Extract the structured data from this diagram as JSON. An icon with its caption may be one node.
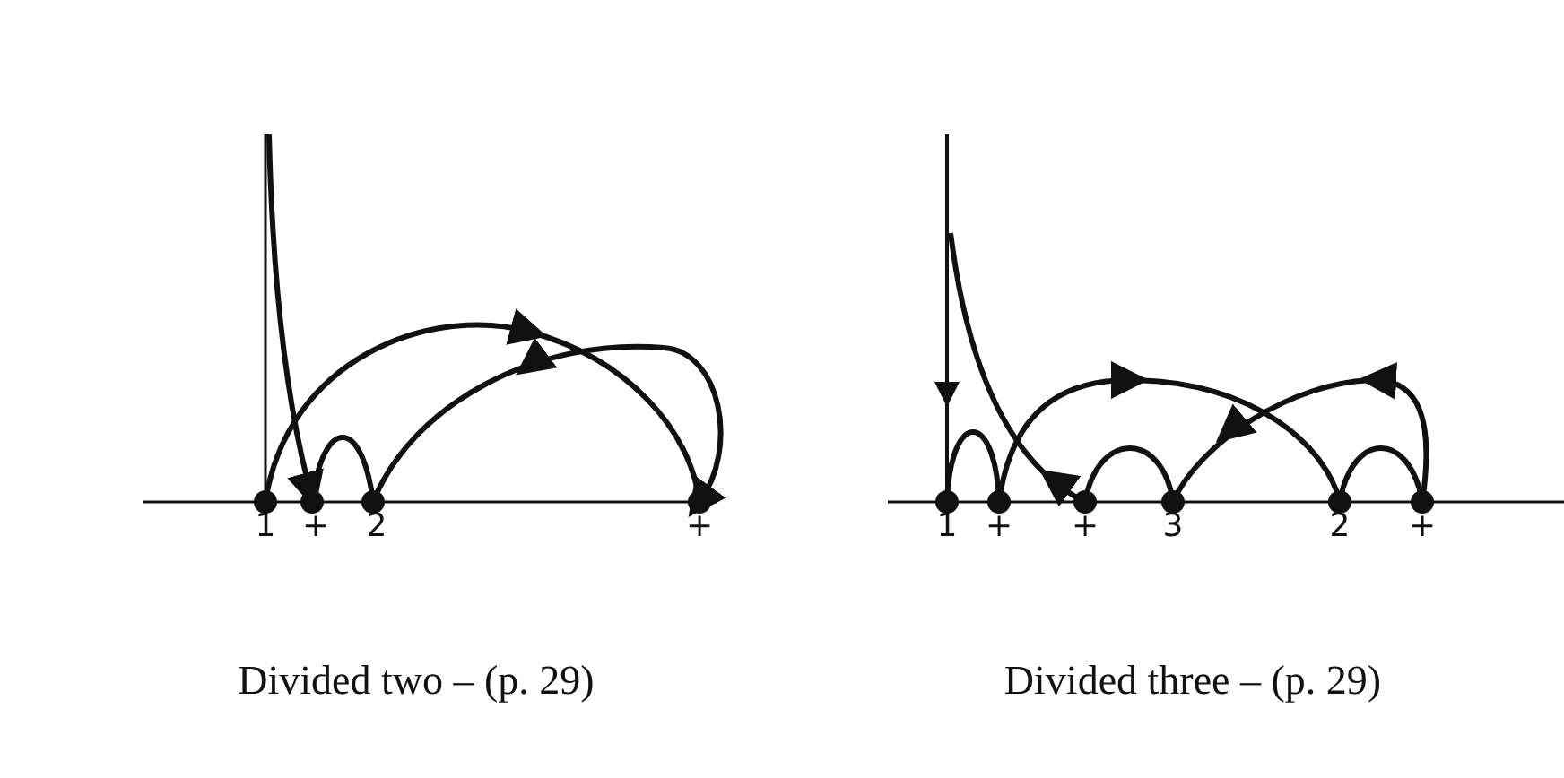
{
  "diagram": {
    "labels": [
      "1",
      "+",
      "2",
      "+",
      "1",
      "+",
      "+",
      "3",
      "2",
      "+",
      "Divided two – (p. 29)",
      "Divided three – (p. 29)"
    ]
  }
}
